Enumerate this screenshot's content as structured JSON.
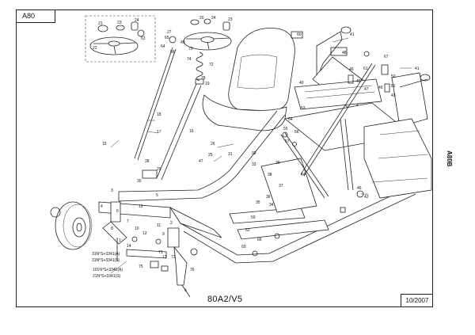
{
  "sheet": {
    "code": "A80",
    "model": "80A2/V5",
    "date": "10/2007",
    "side_label": "A80B"
  },
  "part_notes": [
    "31N°S+3341(A)",
    "31N°S+3341(S)",
    "101N°S+3341(A)",
    "21N°S+3341(S)"
  ],
  "callouts": [
    "22",
    "21",
    "23",
    "24",
    "63",
    "65",
    "27",
    "20",
    "64",
    "49",
    "58",
    "70",
    "72",
    "74",
    "16",
    "78",
    "19",
    "18",
    "17",
    "41",
    "48",
    "40",
    "61",
    "46",
    "45",
    "47",
    "49",
    "43",
    "51",
    "50",
    "53",
    "54",
    "55",
    "39",
    "38",
    "37",
    "25",
    "26",
    "33",
    "34",
    "36",
    "35",
    "46",
    "28",
    "29",
    "30",
    "31",
    "32",
    "3",
    "4",
    "5",
    "15",
    "6",
    "7",
    "8",
    "10",
    "12",
    "13",
    "11",
    "9",
    "14",
    "1",
    "2",
    "42",
    "44",
    "60",
    "56",
    "57",
    "59",
    "62",
    "66",
    "67",
    "69",
    "71",
    "73"
  ]
}
